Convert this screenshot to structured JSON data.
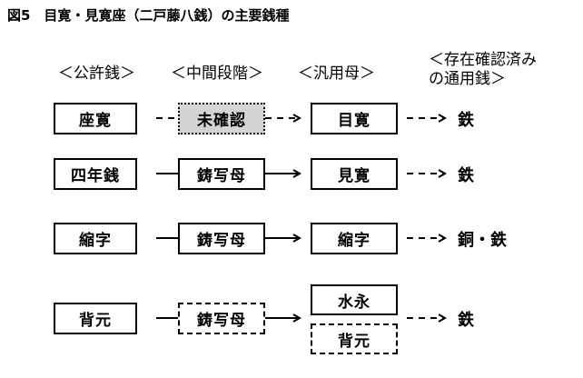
{
  "title": "図5　目寛・見寛座（二戸藤八銭）の主要銭種",
  "headers": {
    "official": "＜公許銭＞",
    "intermediate": "＜中間段階＞",
    "mother": "＜汎用母＞",
    "circulating_line1": "＜存在確認済み",
    "circulating_line2": "の通用銭＞"
  },
  "rows": [
    {
      "official": "座寛",
      "intermediate": "未確認",
      "mother": "目寛",
      "result": "鉄"
    },
    {
      "official": "四年銭",
      "intermediate": "鋳写母",
      "mother": "見寛",
      "result": "鉄"
    },
    {
      "official": "縮字",
      "intermediate": "鋳写母",
      "mother": "縮字",
      "result": "銅・鉄"
    },
    {
      "official": "背元",
      "intermediate": "鋳写母",
      "mother": "水永",
      "mother_alt": "背元",
      "result": "鉄"
    }
  ]
}
